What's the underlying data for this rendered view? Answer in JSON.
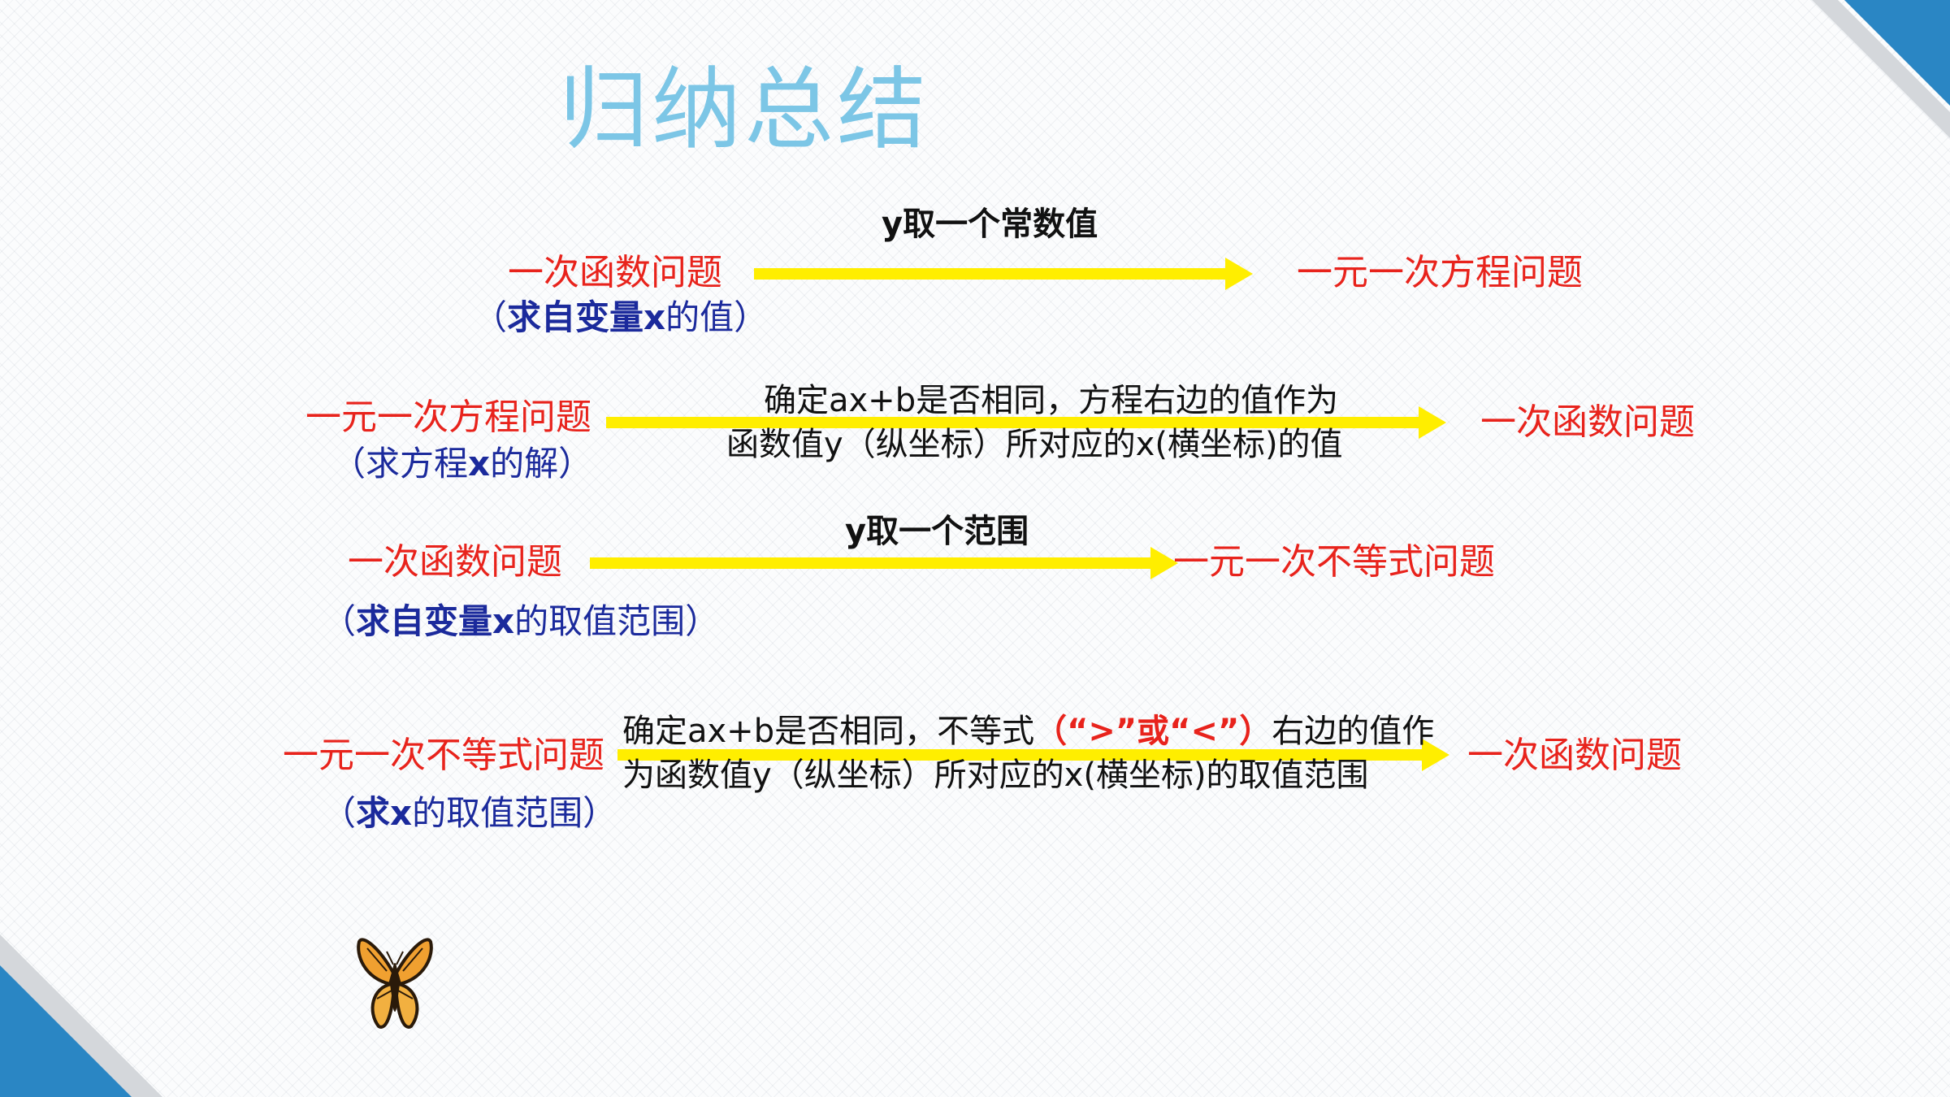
{
  "title": "归纳总结",
  "rows": [
    {
      "left": "一次函数问题",
      "left_sub": {
        "pre": "（",
        "bold": "求自变量x",
        "post": "的值）"
      },
      "condition": "y取一个常数值",
      "right": "一元一次方程问题"
    },
    {
      "left": "一元一次方程问题",
      "left_sub": {
        "pre": "（求方程",
        "bold": "x",
        "post": "的解）"
      },
      "condition_line1": "确定ax+b是否相同，方程右边的值作为",
      "condition_line2": "函数值y（纵坐标）所对应的x(横坐标)的值",
      "right": "一次函数问题"
    },
    {
      "left": "一次函数问题",
      "left_sub": {
        "pre": "（",
        "bold": "求自变量x",
        "post": "的取值范围）"
      },
      "condition": "y取一个范围",
      "right": "一元一次不等式问题"
    },
    {
      "left": "一元一次不等式问题",
      "left_sub": {
        "pre": "（",
        "bold": "求x",
        "post": "的取值范围）"
      },
      "condition_line1_pre": "确定ax+b是否相同，不等式",
      "condition_line1_hl": "（“>”或“<”）",
      "condition_line1_post": "右边的值作",
      "condition_line2": "为函数值y（纵坐标）所对应的x(横坐标)的取值范围",
      "right": "一次函数问题"
    }
  ],
  "colors": {
    "title": "#7cc6e6",
    "term": "#e8231c",
    "sub": "#1b2a9c",
    "arrow": "#ffee00",
    "corner": "#2a86c4"
  },
  "icons": {
    "corner_top_right": "corner-stripe",
    "corner_bottom_left": "corner-stripe",
    "decoration": "butterfly-icon"
  }
}
